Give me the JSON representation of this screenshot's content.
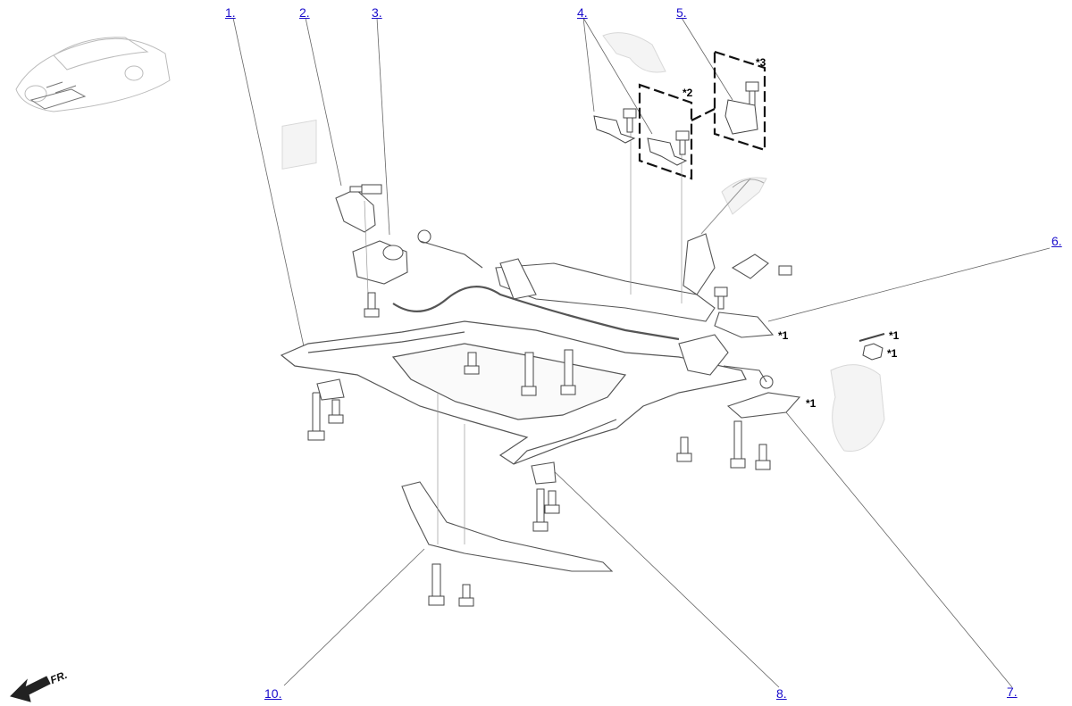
{
  "callouts": [
    {
      "id": "1",
      "label": "1."
    },
    {
      "id": "2",
      "label": "2."
    },
    {
      "id": "3",
      "label": "3."
    },
    {
      "id": "4",
      "label": "4."
    },
    {
      "id": "5",
      "label": "5."
    },
    {
      "id": "6",
      "label": "6."
    },
    {
      "id": "7",
      "label": "7."
    },
    {
      "id": "8",
      "label": "8."
    },
    {
      "id": "10",
      "label": "10."
    }
  ],
  "notes": {
    "n1": "*1",
    "n2": "*2",
    "n3": "*3"
  },
  "direction": "FR."
}
